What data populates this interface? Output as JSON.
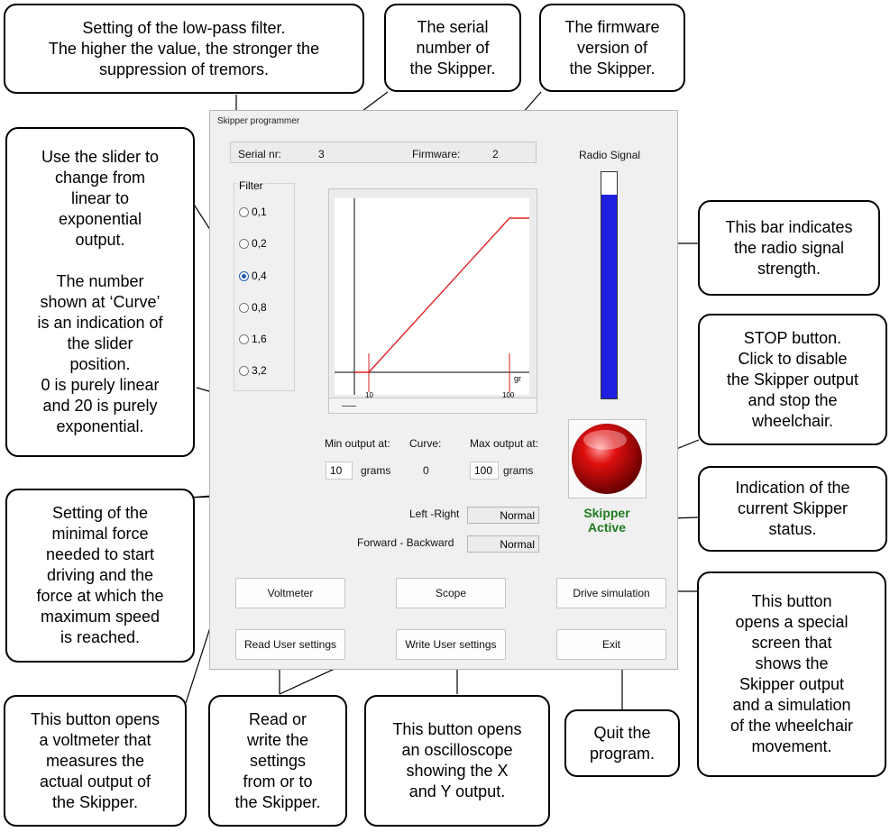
{
  "window": {
    "title": "Skipper programmer",
    "serial_label": "Serial nr:",
    "serial_value": "3",
    "firmware_label": "Firmware:",
    "firmware_value": "2",
    "radio_signal_label": "Radio Signal",
    "radio_signal_level": 0.9,
    "filter": {
      "title": "Filter",
      "options": [
        "0,1",
        "0,2",
        "0,4",
        "0,8",
        "1,6",
        "3,2"
      ],
      "selected": "0,4"
    },
    "chart": {
      "x_min_label": "10",
      "x_max_label": "100",
      "unit_label": "gr"
    },
    "min_output_label": "Min output at:",
    "curve_label": "Curve:",
    "max_output_label": "Max output at:",
    "min_output_value": "10",
    "curve_value": "0",
    "max_output_value": "100",
    "grams_label": "grams",
    "left_right_label": "Left -Right",
    "left_right_value": "Normal",
    "forward_backward_label": "Forward - Backward",
    "forward_backward_value": "Normal",
    "status_line1": "Skipper",
    "status_line2": "Active",
    "buttons": {
      "voltmeter": "Voltmeter",
      "scope": "Scope",
      "drive_simulation": "Drive simulation",
      "read_user_settings": "Read User settings",
      "write_user_settings": "Write User settings",
      "exit": "Exit"
    }
  },
  "callouts": {
    "filter": "Setting of the low-pass filter.\nThe higher the value, the stronger the\nsuppression of tremors.",
    "serial": "The serial\nnumber of\nthe Skipper.",
    "firmware": "The firmware\nversion of\nthe Skipper.",
    "slider": "Use the slider to\nchange from\nlinear to\nexponential\noutput.\n\nThe number\nshown at ‘Curve’\nis an indication of\nthe slider\nposition.\n0 is purely linear\nand 20 is purely\nexponential.",
    "radio_bar": "This bar indicates\nthe radio signal\nstrength.",
    "stop": "STOP button.\nClick to disable\nthe Skipper output\nand stop the\nwheelchair.",
    "status": "Indication of the\ncurrent Skipper\nstatus.",
    "min_force": "Setting of the\nminimal force\nneeded to start\ndriving and the\nforce at which the\nmaximum speed\nis reached.",
    "drive_sim": "This button\nopens a special\nscreen that\nshows the\nSkipper output\nand a simulation\nof the wheelchair\nmovement.",
    "voltmeter": "This button opens\na voltmeter that\nmeasures the\nactual output of\nthe Skipper.",
    "read_write": "Read or\nwrite the\nsettings\nfrom or to\nthe Skipper.",
    "scope": "This button opens\nan oscilloscope\nshowing the X\nand Y output.",
    "exit": "Quit the\nprogram."
  }
}
